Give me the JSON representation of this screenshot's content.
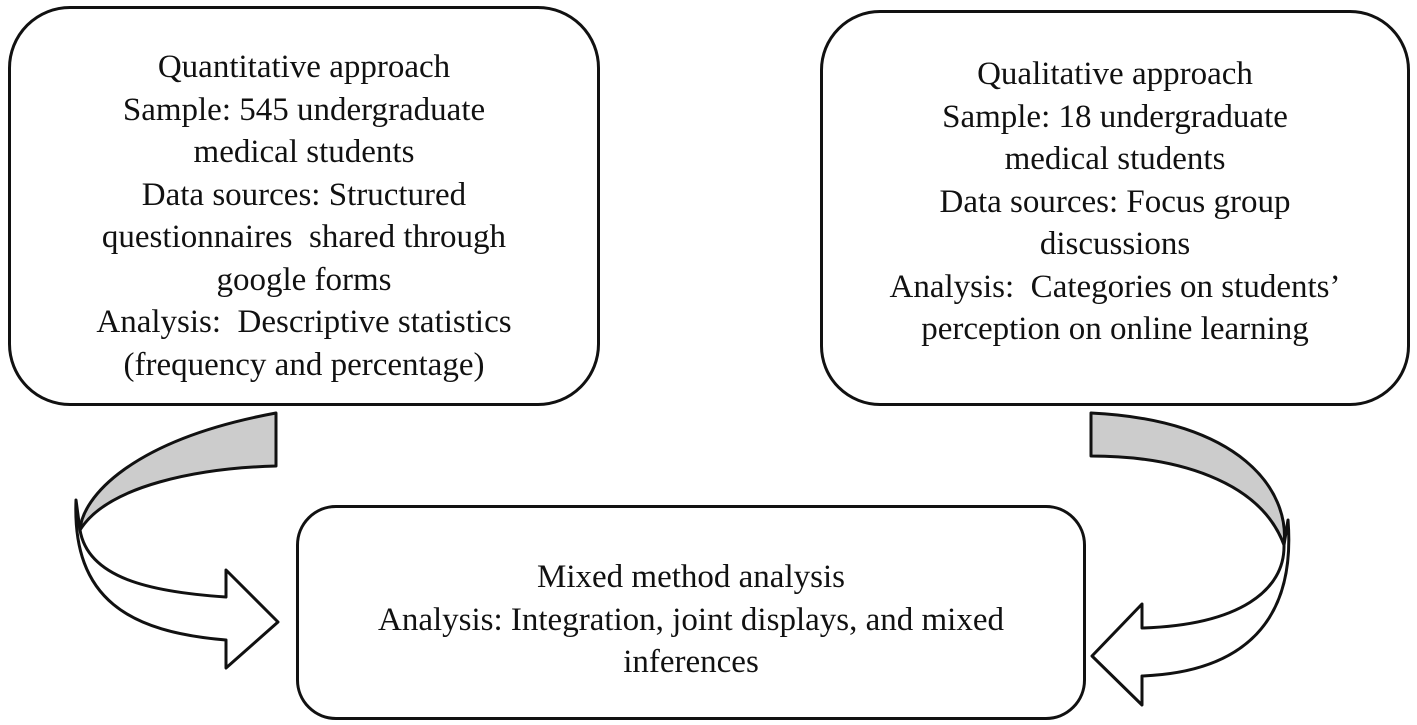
{
  "quantitative": {
    "title": "Quantitative approach",
    "sample_line1": "Sample: 545 undergraduate",
    "sample_line2": "medical students",
    "sources_line1": "Data sources: Structured",
    "sources_line2": "questionnaires  shared through",
    "sources_line3": "google forms",
    "analysis_line1": "Analysis:  Descriptive statistics",
    "analysis_line2": "(frequency and percentage)"
  },
  "qualitative": {
    "title": "Qualitative approach",
    "sample_line1": "Sample: 18 undergraduate",
    "sample_line2": "medical students",
    "sources_line1": "Data sources: Focus group",
    "sources_line2": "discussions",
    "analysis_line1": "Analysis:  Categories on students’",
    "analysis_line2": "perception on online learning"
  },
  "mixed": {
    "title": "Mixed method analysis",
    "analysis_line1": "Analysis: Integration, joint displays, and mixed",
    "analysis_line2": "inferences"
  },
  "colors": {
    "stroke": "#111111",
    "arrow_shade": "#cccccc",
    "background": "#ffffff"
  }
}
